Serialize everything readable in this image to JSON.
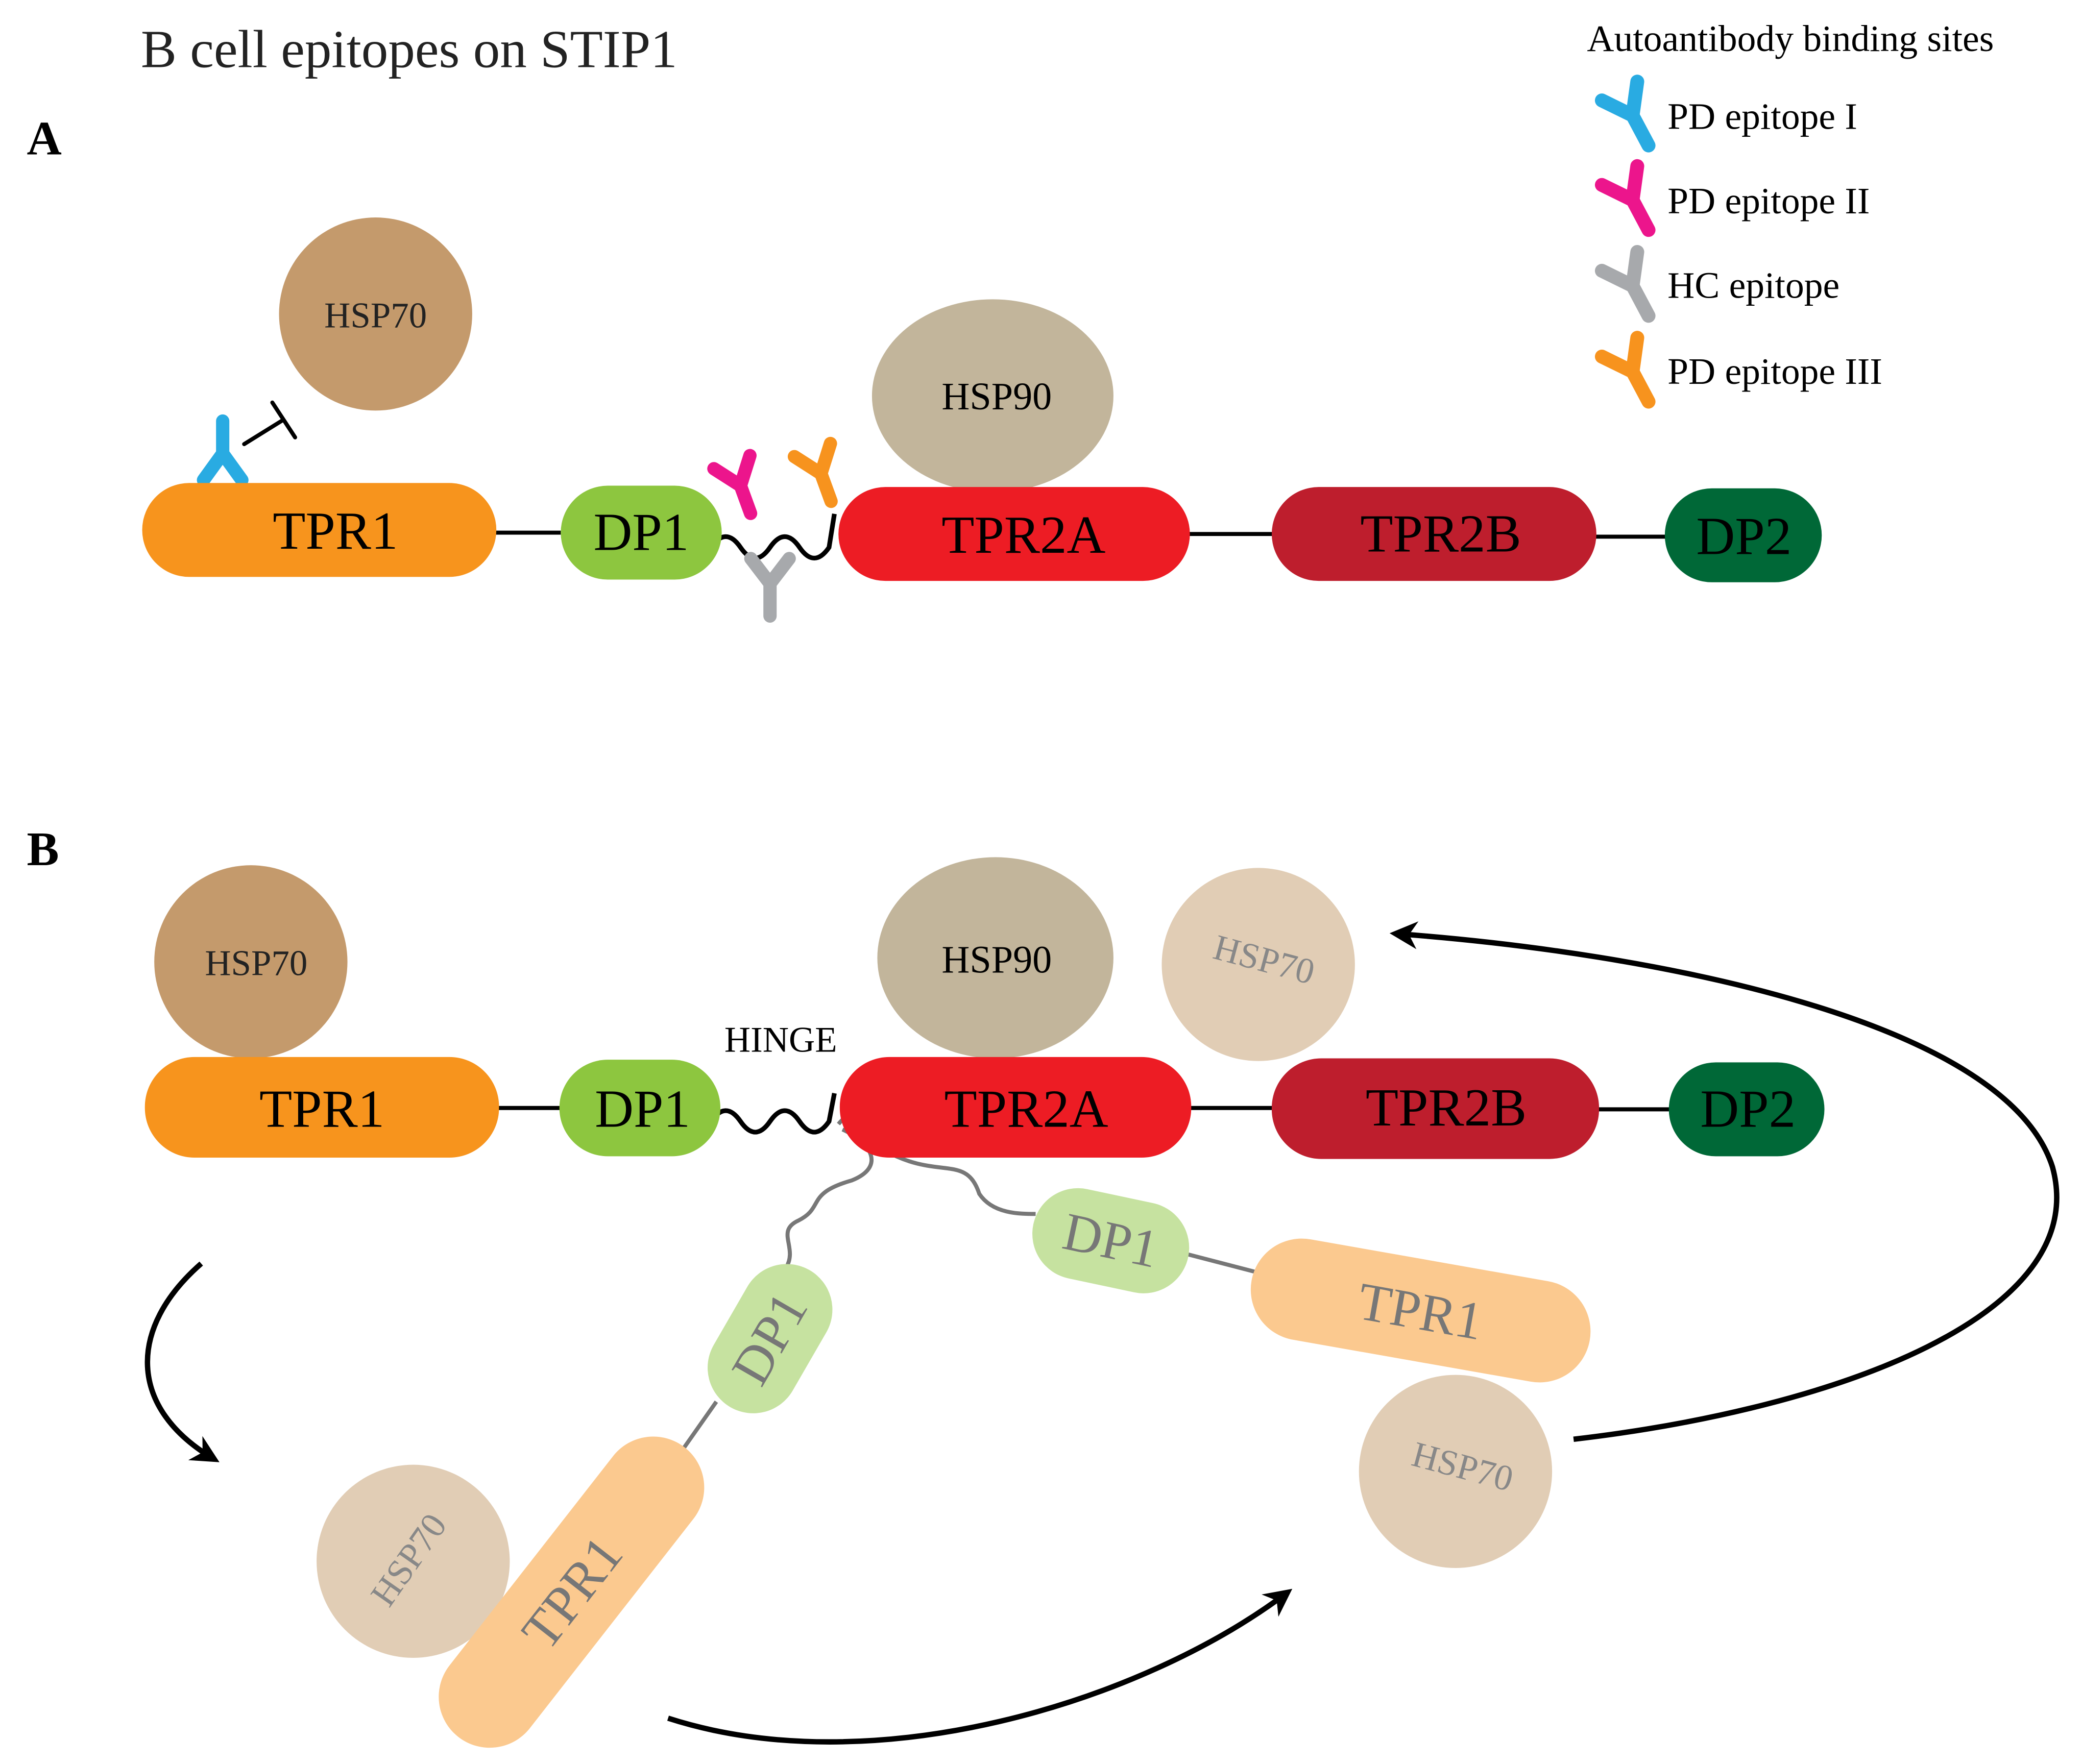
{
  "title": "B cell epitopes on STIP1",
  "panels": {
    "a": "A",
    "b": "B"
  },
  "legend": {
    "title": "Autoantibody binding sites",
    "items": [
      {
        "label": "PD epitope I",
        "color": "#29ABE2"
      },
      {
        "label": "PD epitope II",
        "color": "#EC158C"
      },
      {
        "label": "HC epitope",
        "color": "#A7A9AC"
      },
      {
        "label": "PD epitope III",
        "color": "#F7931E"
      }
    ]
  },
  "domains": {
    "tpr1": "TPR1",
    "dp1": "DP1",
    "tpr2a": "TPR2A",
    "tpr2b": "TPR2B",
    "dp2": "DP2",
    "hsp70": "HSP70",
    "hsp90": "HSP90"
  },
  "hinge": "HINGE",
  "colors": {
    "tpr1": "#F7941D",
    "dp1": "#8DC63F",
    "tpr2a": "#ED1C24",
    "tpr2b": "#BE1E2D",
    "dp2": "#006837",
    "hsp70": "#C49A6C",
    "hsp90": "#C2B59B",
    "tpr1_faded": "#FBC98F",
    "dp1_faded": "#C6E2A0",
    "hsp70_faded": "#E1CDB5"
  }
}
